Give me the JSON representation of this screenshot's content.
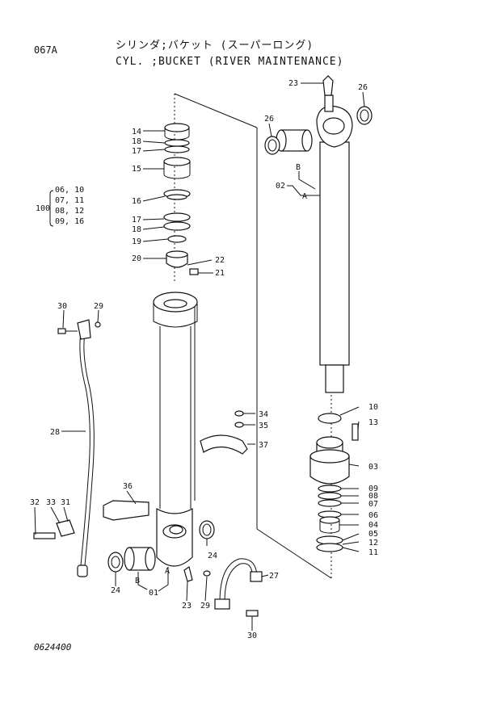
{
  "header": {
    "code": "067A",
    "title_jp": "シリンダ;バケット (スーパーロング)",
    "title_en": "CYL. ;BUCKET (RIVER MAINTENANCE)"
  },
  "footer": {
    "drawing_no": "0624400"
  },
  "callouts": {
    "c14": "14",
    "c18a": "18",
    "c17a": "17",
    "c15": "15",
    "c16": "16",
    "c17b": "17",
    "c18b": "18",
    "c19": "19",
    "c20": "20",
    "c22": "22",
    "c21": "21",
    "c23a": "23",
    "c26a": "26",
    "c26b": "26",
    "cB1": "B",
    "c02": "02",
    "cA1": "A",
    "c30a": "30",
    "c29a": "29",
    "c28": "28",
    "c32": "32",
    "c33": "33",
    "c31": "31",
    "c36": "36",
    "c34": "34",
    "c35": "35",
    "c37": "37",
    "c10": "10",
    "c13": "13",
    "c03": "03",
    "c09": "09",
    "c08": "08",
    "c07": "07",
    "c06": "06",
    "c04": "04",
    "c05": "05",
    "c12": "12",
    "c11": "11",
    "c24a": "24",
    "c24b": "24",
    "cB2": "B",
    "cA2": "A",
    "c01": "01",
    "c23b": "23",
    "c29b": "29",
    "c27": "27",
    "c30b": "30"
  },
  "kit": {
    "number": "100",
    "rows": [
      "06, 10",
      "07, 11",
      "08, 12",
      "09, 16"
    ]
  }
}
